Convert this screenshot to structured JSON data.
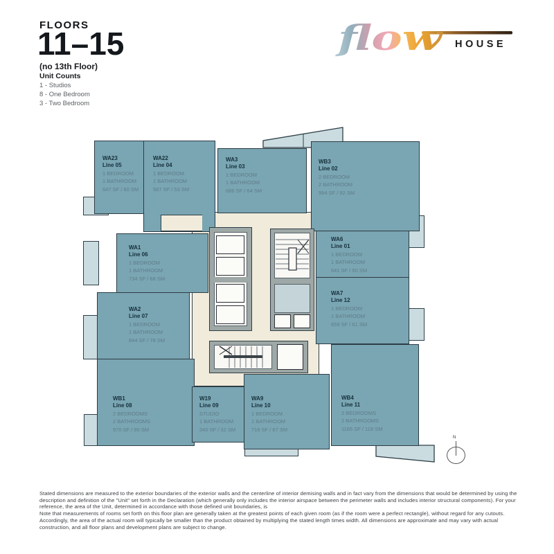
{
  "header": {
    "floors_label": "FLOORS",
    "floors_range": "11–15",
    "floors_note": "(no 13th Floor)",
    "unit_counts_title": "Unit Counts",
    "unit_counts": [
      "1 - Studios",
      "8 - One Bedroom",
      "3 - Two Bedroom"
    ]
  },
  "logo": {
    "script_text": "flow",
    "house_text": "HOUSE"
  },
  "plan": {
    "compass_label": "N",
    "units": [
      {
        "name": "WA23",
        "line": "Line 05",
        "bedrooms": "1 BEDROOM",
        "bathrooms": "1 BATHROOM",
        "area": "647 SF / 60 SM"
      },
      {
        "name": "WA22",
        "line": "Line 04",
        "bedrooms": "1 BEDROOM",
        "bathrooms": "1 BATHROOM",
        "area": "567 SF / 53 SM"
      },
      {
        "name": "WA3",
        "line": "Line 03",
        "bedrooms": "1 BEDROOM",
        "bathrooms": "1 BATHROOM",
        "area": "686 SF / 64 SM"
      },
      {
        "name": "WB3",
        "line": "Line 02",
        "bedrooms": "2 BEDROOM",
        "bathrooms": "2 BATHROOM",
        "area": "994 SF / 92 SM"
      },
      {
        "name": "WA1",
        "line": "Line 06",
        "bedrooms": "1 BEDROOM",
        "bathrooms": "1 BATHROOM",
        "area": "734 SF / 68 SM"
      },
      {
        "name": "WA2",
        "line": "Line 07",
        "bedrooms": "1 BEDROOM",
        "bathrooms": "1 BATHROOM",
        "area": "844 SF / 78 SM"
      },
      {
        "name": "WA6",
        "line": "Line 01",
        "bedrooms": "1 BEDROOM",
        "bathrooms": "1 BATHROOM",
        "area": "641 SF / 60 SM"
      },
      {
        "name": "WA7",
        "line": "Line 12",
        "bedrooms": "1 BEDROOM",
        "bathrooms": "1 BATHROOM",
        "area": "659 SF / 61 SM"
      },
      {
        "name": "WB1",
        "line": "Line 08",
        "bedrooms": "2 BEDROOMS",
        "bathrooms": "2 BATHROOMS",
        "area": "970 SF / 90 SM"
      },
      {
        "name": "W19",
        "line": "Line 09",
        "bedrooms": "STUDIO",
        "bathrooms": "1 BATHROOM",
        "area": "340 SF / 32 SM"
      },
      {
        "name": "WA9",
        "line": "Line 10",
        "bedrooms": "1 BEDROOM",
        "bathrooms": "1 BATHROOM",
        "area": "716 SF / 67 SM"
      },
      {
        "name": "WB4",
        "line": "Line 11",
        "bedrooms": "2 BEDROOMS",
        "bathrooms": "2 BATHROOMS",
        "area": "1165 SF / 118 SM"
      }
    ]
  },
  "footer": {
    "paragraph1": "Stated dimensions are measured to the exterior boundaries of the exterior walls and the centerline of interior demising walls and in fact vary from the dimensions that would be determined by using the description and definition of the \"Unit\" set forth in the Declaration (which generally only includes the interior airspace between the perimeter walls  and includes interior structural components).  For your reference, the area of the Unit, determined in accordance with those defined unit boundaries, is",
    "paragraph2": "Note that measurements of rooms set forth on this floor plan are generally taken at the greatest points of each given room (as if the room were a perfect rectangle), without regard for any cutouts.  Accordingly, the area of the actual room will typically be smaller than the product obtained by multiplying the stated length times width.  All dimensions are approximate and may vary with actual construction, and all floor plans and development plans are subject to change."
  },
  "colors": {
    "unit_fill": "#7AA5B2",
    "balcony_fill": "#CBDCE1",
    "core_fill": "#F1EBDC",
    "wall_fill": "#9EA8A6",
    "outline": "#2C3C44",
    "unit_name_text": "#15303C",
    "unit_detail_text": "#5E7D8A",
    "logo_blue": "#93AFBC",
    "logo_pink": "#F3AAB8",
    "logo_orange": "#EDA22D",
    "logo_brown": "#4A3418"
  }
}
